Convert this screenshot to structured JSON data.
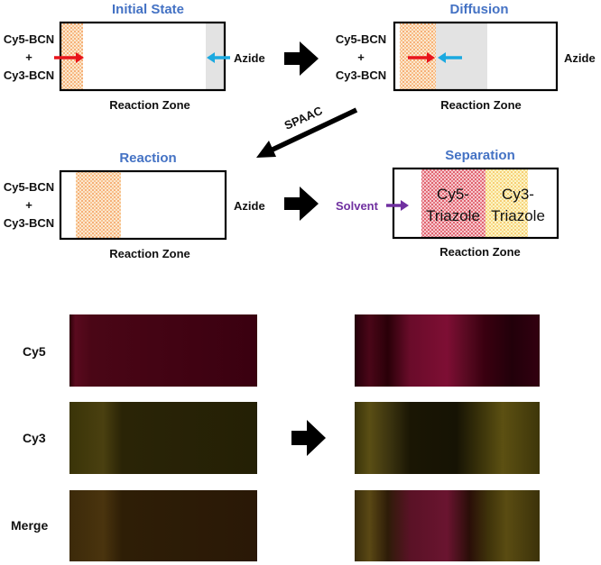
{
  "colors": {
    "title": "#4472C4",
    "red_arrow": "#E8141B",
    "blue_arrow": "#1BA9E0",
    "purple": "#7030A0",
    "orange_band": "#F4A85C",
    "red_band": "#E0707A",
    "yellow_band": "#F2D25E",
    "gray_zone": "#E3E3E3"
  },
  "panels": {
    "initial": {
      "title": "Initial State",
      "reagent_top": "Cy5-BCN",
      "plus": "+",
      "reagent_bottom": "Cy3-BCN",
      "right_label": "Azide",
      "zone_label": "Reaction Zone"
    },
    "diffusion": {
      "title": "Diffusion",
      "reagent_top": "Cy5-BCN",
      "plus": "+",
      "reagent_bottom": "Cy3-BCN",
      "right_label": "Azide",
      "zone_label": "Reaction Zone"
    },
    "reaction": {
      "title": "Reaction",
      "reagent_top": "Cy5-BCN",
      "plus": "+",
      "reagent_bottom": "Cy3-BCN",
      "right_label": "Azide",
      "zone_label": "Reaction Zone"
    },
    "separation": {
      "title": "Separation",
      "solvent_label": "Solvent",
      "band1_line1": "Cy5-",
      "band1_line2": "Triazole",
      "band2_line1": "Cy3-",
      "band2_line2": "Triazole",
      "zone_label": "Reaction Zone"
    }
  },
  "transition_label": "SPAAC",
  "channels": [
    {
      "label": "Cy5"
    },
    {
      "label": "Cy3"
    },
    {
      "label": "Merge"
    }
  ],
  "icons": {
    "step_arrow": "right-block-arrow-icon",
    "diagonal_arrow": "diagonal-arrow-icon"
  }
}
